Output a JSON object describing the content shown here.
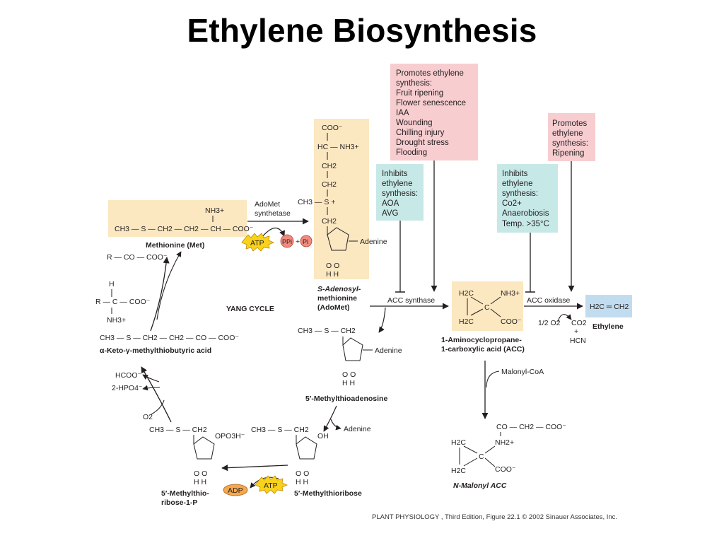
{
  "title": "Ethylene Biosynthesis",
  "promote_box_1": {
    "heading": "Promotes ethylene",
    "items": [
      "synthesis:",
      "Fruit ripening",
      "Flower senescence",
      "IAA",
      "Wounding",
      "Chilling injury",
      "Drought stress",
      "Flooding"
    ]
  },
  "promote_box_2": {
    "lines": [
      "Promotes",
      "ethylene",
      "synthesis:",
      "Ripening"
    ]
  },
  "inhibit_box_1": {
    "lines": [
      "Inhibits",
      "ethylene",
      "synthesis:",
      "AOA",
      "AVG"
    ]
  },
  "inhibit_box_2": {
    "lines": [
      "Inhibits",
      "ethylene",
      "synthesis:",
      "Co2+",
      "Anaerobiosis",
      "Temp. >35°C"
    ]
  },
  "molecules": {
    "methionine": {
      "name": "Methionine (Met)",
      "formula": "CH3 — S — CH2 — CH2 — CH — COO⁻",
      "nh3": "NH3+"
    },
    "adomet": {
      "name_line1": "S-Adenosyl-",
      "name_line2": "methionine",
      "name_line3": "(AdoMet)",
      "coo": "COO⁻",
      "hc": "HC — NH3+",
      "ch2": "CH2",
      "ch3s": "CH3 — S +",
      "adenine": "Adenine",
      "oh": "O    O",
      "h": "H    H"
    },
    "acc": {
      "name_line1": "1-Aminocyclopropane-",
      "name_line2": "1-carboxylic acid (ACC)",
      "h2c_top": "H2C",
      "h2c_bot": "H2C",
      "nh3": "NH3+",
      "coo": "COO⁻",
      "c": "C"
    },
    "ethylene": {
      "name": "Ethylene",
      "formula": "H2C ═ CH2"
    },
    "mta": {
      "name": "5′-Methylthioadenosine",
      "formula": "CH3 — S — CH2",
      "adenine": "Adenine"
    },
    "mtr": {
      "name": "5′-Methylthioribose",
      "formula": "CH3 — S — CH2",
      "oh": "OH"
    },
    "mtr1p": {
      "name_line1": "5′-Methylthio-",
      "name_line2": "ribose-1-P",
      "formula": "CH3 — S — CH2",
      "opo3": "OPO3H⁻"
    },
    "keto": {
      "name": "α-Keto-γ-methylthiobutyric acid",
      "formula": "CH3 — S — CH2 — CH2 — CO — COO⁻"
    },
    "amino_acid": {
      "r": "R — C — COO⁻",
      "h": "H",
      "nh3": "NH3+"
    },
    "keto_acid": {
      "formula": "R — CO — COO⁻"
    },
    "malonyl_acc": {
      "name": "N-Malonyl ACC",
      "top": "CO — CH2 — COO⁻",
      "nh2": "NH2+",
      "h2c_top": "H2C",
      "h2c_bot": "H2C",
      "coo": "COO⁻",
      "c": "C"
    }
  },
  "labels": {
    "adomet_synthetase_1": "AdoMet",
    "adomet_synthetase_2": "synthetase",
    "atp": "ATP",
    "ppi": "PPi",
    "pi": "Pi",
    "plus": "+",
    "acc_synthase": "ACC synthase",
    "acc_oxidase": "ACC oxidase",
    "half_o2": "1/2 O2",
    "co2": "CO2",
    "hcn": "HCN",
    "yang_cycle": "YANG CYCLE",
    "adenine": "Adenine",
    "hcoo": "HCOO⁻",
    "hpo4": "2-HPO4⁻",
    "o2": "O2",
    "adp": "ADP",
    "atp2": "ATP",
    "malonyl_coa": "Malonyl-CoA"
  },
  "credit": "PLANT PHYSIOLOGY , Third Edition, Figure 22.1  © 2002 Sinauer Associates, Inc.",
  "colors": {
    "tan": "#fbe7c0",
    "pink": "#f7cdd0",
    "teal": "#c6e9e7",
    "blue": "#c2dcef",
    "atp": "#f8d21b",
    "ppi": "#f08a7e",
    "adp": "#f6a84c"
  }
}
